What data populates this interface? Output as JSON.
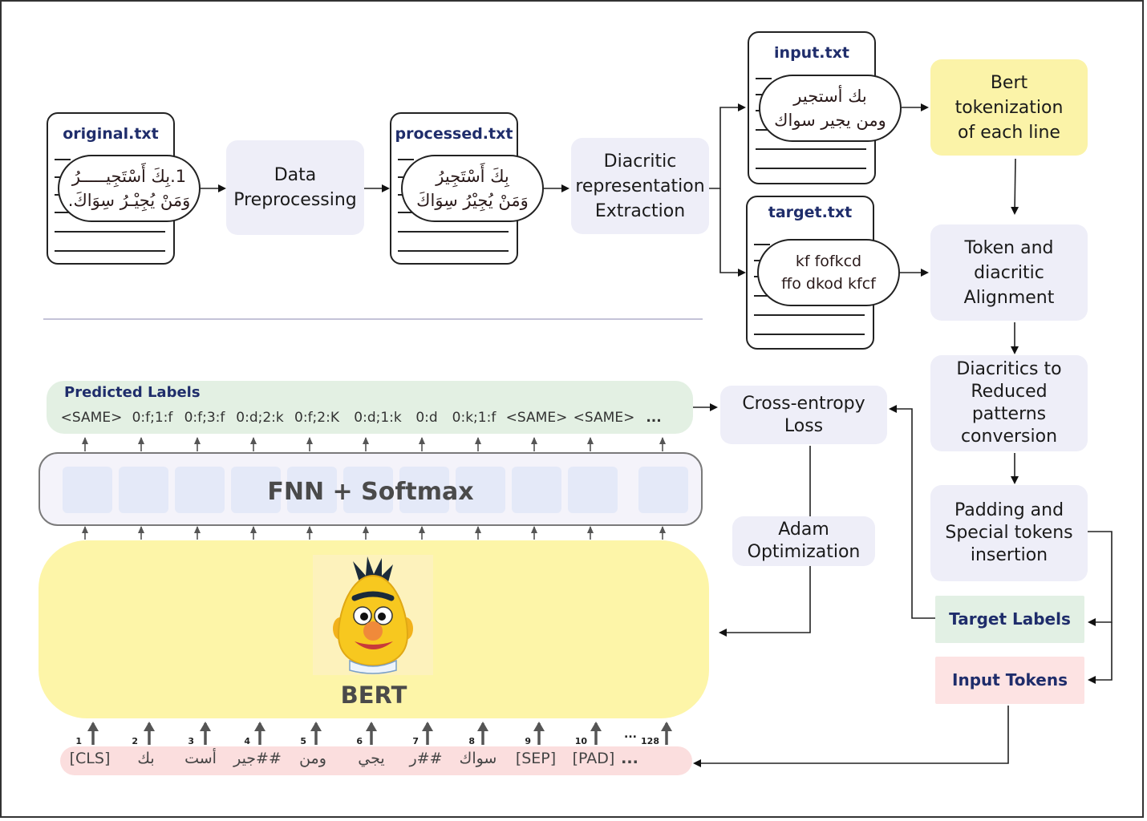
{
  "files": {
    "original": {
      "title": "original.txt",
      "lines": [
        "1.بِكَ أَسْتَجِيـــــرُ",
        "وَمَنْ يُجِيْـرُ سِوَاكَ."
      ]
    },
    "processed": {
      "title": "processed.txt",
      "lines": [
        "بِكَ أَسْتَجِيرُ",
        "وَمَنْ يُجِيْرُ سِوَاكَ"
      ]
    },
    "input": {
      "title": "input.txt",
      "lines": [
        "بك أستجير",
        "ومن يجير سواك"
      ]
    },
    "target": {
      "title": "target.txt",
      "lines": [
        "kf fofkcd",
        "ffo dkod kfcf"
      ]
    }
  },
  "steps": {
    "data_preprocessing": [
      "Data",
      "Preprocessing"
    ],
    "diacritic_extraction": [
      "Diacritic",
      "representation",
      "Extraction"
    ],
    "bert_tokenization": [
      "Bert",
      "tokenization",
      "of each line"
    ],
    "token_alignment": [
      "Token and",
      "diacritic",
      "Alignment"
    ],
    "reduced_patterns": [
      "Diacritics to",
      "Reduced",
      "patterns",
      "conversion"
    ],
    "padding": [
      "Padding and",
      "Special tokens",
      "insertion"
    ],
    "target_labels": "Target Labels",
    "input_tokens": "Input Tokens",
    "cross_entropy": [
      "Cross-entropy",
      "Loss"
    ],
    "adam": [
      "Adam",
      "Optimization"
    ]
  },
  "model": {
    "predicted_title": "Predicted Labels",
    "predicted_labels": [
      "<SAME>",
      "0:f;1:f",
      "0:f;3:f",
      "0:d;2:k",
      "0:f;2:K",
      "0:d;1:k",
      "0:d",
      "0:k;1:f",
      "<SAME>",
      "<SAME>",
      "..."
    ],
    "fnn_title": "FNN + Softmax",
    "bert_title": "BERT",
    "tokens": [
      "[CLS]",
      "بك",
      "أست",
      "##جير",
      "ومن",
      "يجي",
      "##ر",
      "سواك",
      "[SEP]",
      "[PAD]",
      "..."
    ],
    "token_indices": [
      "1",
      "2",
      "3",
      "4",
      "5",
      "6",
      "7",
      "8",
      "9",
      "10",
      "...",
      "128"
    ]
  },
  "colors": {
    "title_blue": "#1f2d6b",
    "step_bg": "#eeeef8",
    "yellow": "#fbf3a8",
    "green": "#e2f0e4",
    "pink": "#fde3e3"
  }
}
